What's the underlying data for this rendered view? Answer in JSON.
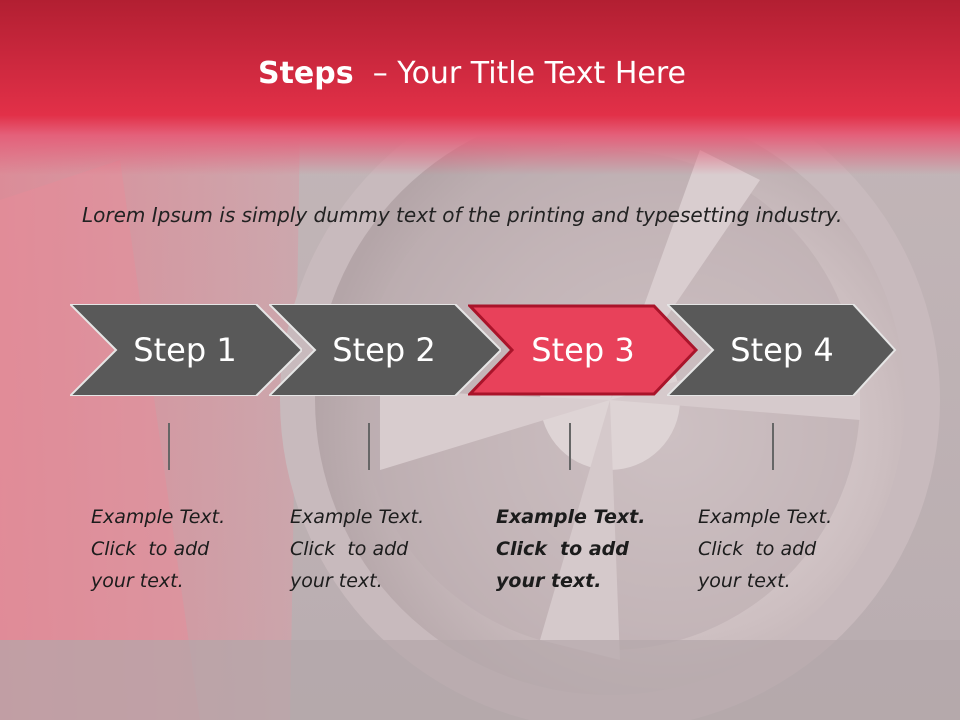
{
  "title": {
    "bold": "Steps",
    "rest": "– Your Title Text Here"
  },
  "intro": "Lorem Ipsum is simply dummy text of the printing and typesetting industry.",
  "colors": {
    "accent": "#e23048",
    "step_fill": "#595959",
    "active_fill": "#e8415a"
  },
  "steps": [
    {
      "label": "Step 1",
      "line1": "Example Text.",
      "line2": "Click  to add",
      "line3": "your text."
    },
    {
      "label": "Step 2",
      "line1": "Example Text.",
      "line2": "Click  to add",
      "line3": "your text."
    },
    {
      "label": "Step 3",
      "line1": "Example Text.",
      "line2": "Click  to add",
      "line3": "your text."
    },
    {
      "label": "Step 4",
      "line1": "Example Text.",
      "line2": "Click  to add",
      "line3": "your text."
    }
  ]
}
